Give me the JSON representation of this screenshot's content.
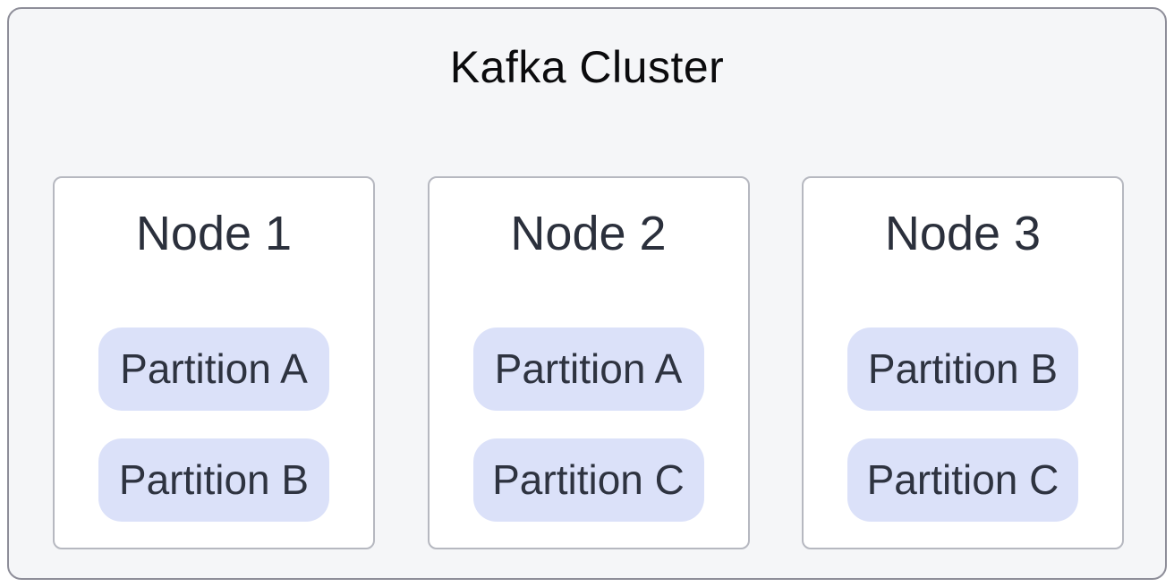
{
  "diagram": {
    "title": "Kafka Cluster",
    "nodes": [
      {
        "title": "Node 1",
        "partitions": [
          "Partition A",
          "Partition B"
        ]
      },
      {
        "title": "Node 2",
        "partitions": [
          "Partition A",
          "Partition C"
        ]
      },
      {
        "title": "Node 3",
        "partitions": [
          "Partition B",
          "Partition C"
        ]
      }
    ],
    "colors": {
      "cluster_bg": "#f5f6f8",
      "cluster_border": "#8e8e99",
      "title_color": "#0b0b0d",
      "node_bg": "#ffffff",
      "node_border": "#b6b8c0",
      "node_text": "#2b303c",
      "partition_bg": "#dbe1f9",
      "partition_text": "#2e3340"
    }
  }
}
